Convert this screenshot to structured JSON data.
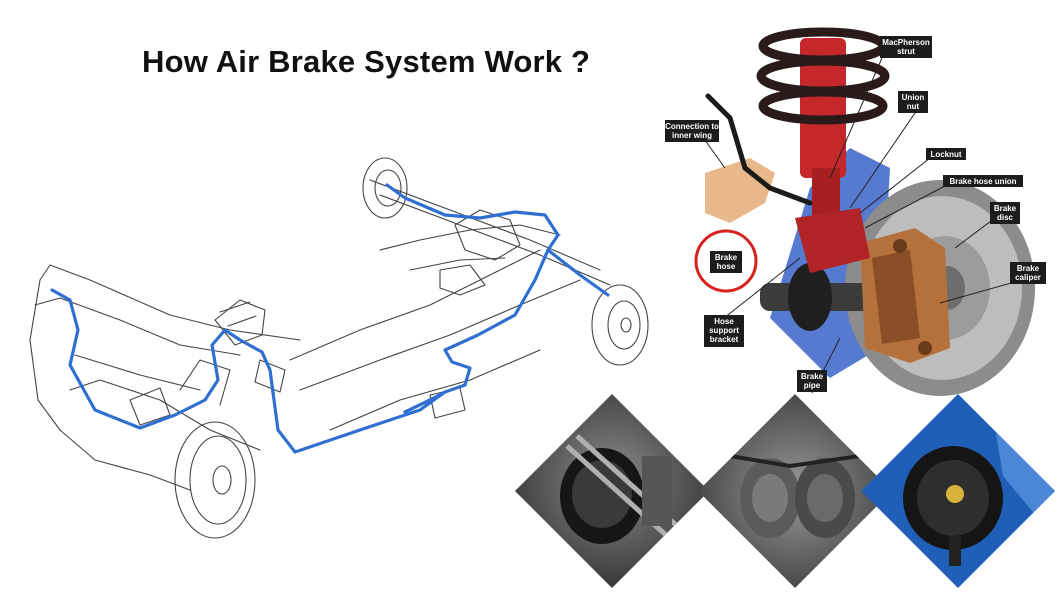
{
  "title": "How Air Brake System Work ?",
  "colors": {
    "brake_line": "#2f6fd1",
    "strut_red": "#c4282a",
    "caliper_bronze": "#b5713c",
    "spring_dark": "#2a1a1a",
    "label_bg": "#1c1c1c",
    "highlight_circle": "#d9221f"
  },
  "component_labels": {
    "connection_to_inner_wing": [
      "Connection to",
      "inner wing"
    ],
    "macpherson_strut": [
      "MacPherson",
      "strut"
    ],
    "union_nut": [
      "Union",
      "nut"
    ],
    "locknut": [
      "Locknut"
    ],
    "brake_hose_union": [
      "Brake hose union"
    ],
    "brake_disc": [
      "Brake",
      "disc"
    ],
    "brake_hose": [
      "Brake",
      "hose"
    ],
    "brake_caliper": [
      "Brake",
      "caliper"
    ],
    "hose_support_bracket": [
      "Hose",
      "support",
      "bracket"
    ],
    "brake_pipe": [
      "Brake",
      "pipe"
    ]
  },
  "photos": [
    {
      "icon": "brake-chamber-photo-1"
    },
    {
      "icon": "brake-chamber-photo-2"
    },
    {
      "icon": "brake-chamber-photo-3"
    }
  ]
}
